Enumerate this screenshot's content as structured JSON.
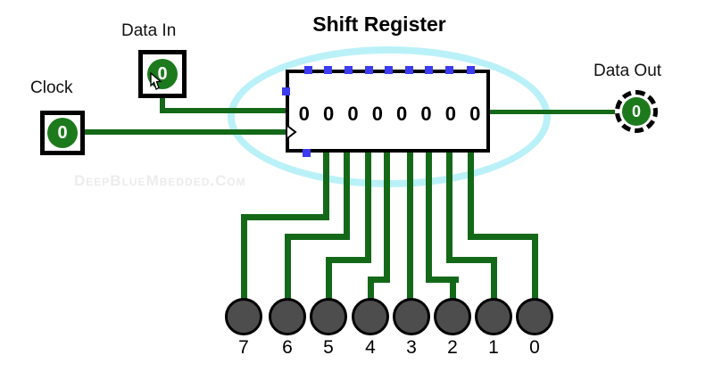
{
  "title": "Shift Register",
  "controls": {
    "data_in": {
      "label": "Data In",
      "value": "0"
    },
    "clock": {
      "label": "Clock",
      "value": "0"
    }
  },
  "indicators": {
    "data_out": {
      "label": "Data Out",
      "value": "0"
    }
  },
  "register": {
    "bits": [
      "0",
      "0",
      "0",
      "0",
      "0",
      "0",
      "0",
      "0"
    ],
    "bits_display": "0 0 0 0 0 0 0 0"
  },
  "leds": {
    "state": "off",
    "labels": [
      "7",
      "6",
      "5",
      "4",
      "3",
      "2",
      "1",
      "0"
    ]
  },
  "watermark": "DeepBlueMbedded.Com",
  "colors": {
    "wire_green": "#146919",
    "control_green": "#1c7a1c",
    "pin_blue": "#3c3cf0",
    "highlight_cyan": "#baf1f8",
    "led_gray": "#4d4d4d"
  }
}
